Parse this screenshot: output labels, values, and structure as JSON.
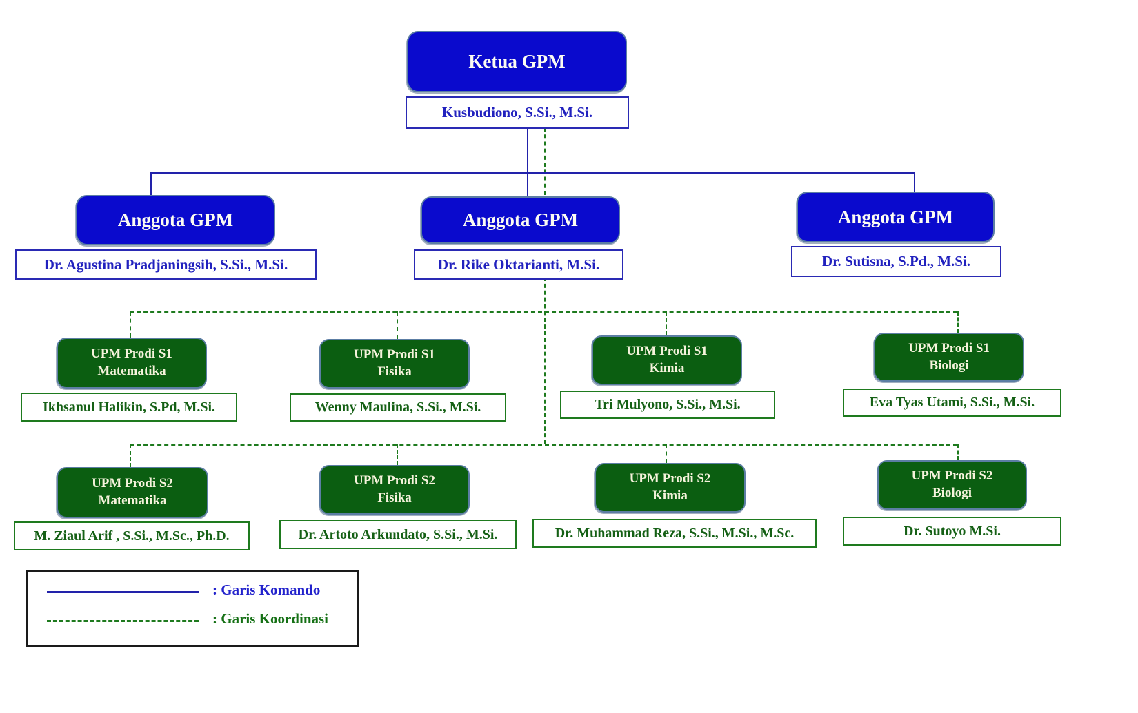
{
  "org_chart": {
    "root": {
      "title": "Ketua GPM",
      "name": "Kusbudiono, S.Si., M.Si."
    },
    "members": [
      {
        "title": "Anggota GPM",
        "name": "Dr. Agustina Pradjaningsih, S.Si., M.Si."
      },
      {
        "title": "Anggota GPM",
        "name": "Dr. Rike Oktarianti, M.Si."
      },
      {
        "title": "Anggota GPM",
        "name": "Dr. Sutisna, S.Pd., M.Si."
      }
    ],
    "upm_s1": [
      {
        "unit": "UPM Prodi S1",
        "program": "Matematika",
        "name": "Ikhsanul Halikin, S.Pd, M.Si."
      },
      {
        "unit": "UPM Prodi S1",
        "program": "Fisika",
        "name": "Wenny Maulina, S.Si., M.Si."
      },
      {
        "unit": "UPM Prodi S1",
        "program": "Kimia",
        "name": "Tri Mulyono, S.Si., M.Si."
      },
      {
        "unit": "UPM Prodi S1",
        "program": "Biologi",
        "name": "Eva Tyas Utami, S.Si., M.Si."
      }
    ],
    "upm_s2": [
      {
        "unit": "UPM Prodi S2",
        "program": "Matematika",
        "name": "M. Ziaul Arif , S.Si., M.Sc., Ph.D."
      },
      {
        "unit": "UPM Prodi S2",
        "program": "Fisika",
        "name": "Dr. Artoto Arkundato, S.Si., M.Si."
      },
      {
        "unit": "UPM Prodi S2",
        "program": "Kimia",
        "name": "Dr. Muhammad Reza, S.Si., M.Si., M.Sc."
      },
      {
        "unit": "UPM Prodi S2",
        "program": "Biologi",
        "name": "Dr. Sutoyo M.Si."
      }
    ],
    "legend": {
      "komando_label": ": Garis Komando",
      "koordinasi_label": ": Garis Koordinasi"
    },
    "colors": {
      "blue_box_fill": "#0A0ACD",
      "green_box_fill": "#0B5E11",
      "box_border": "#5C7EA4",
      "blue_text": "#2121BE",
      "green_text": "#156015",
      "komando_line": "#2222AA",
      "koordinasi_line": "#1E7A1E"
    }
  }
}
